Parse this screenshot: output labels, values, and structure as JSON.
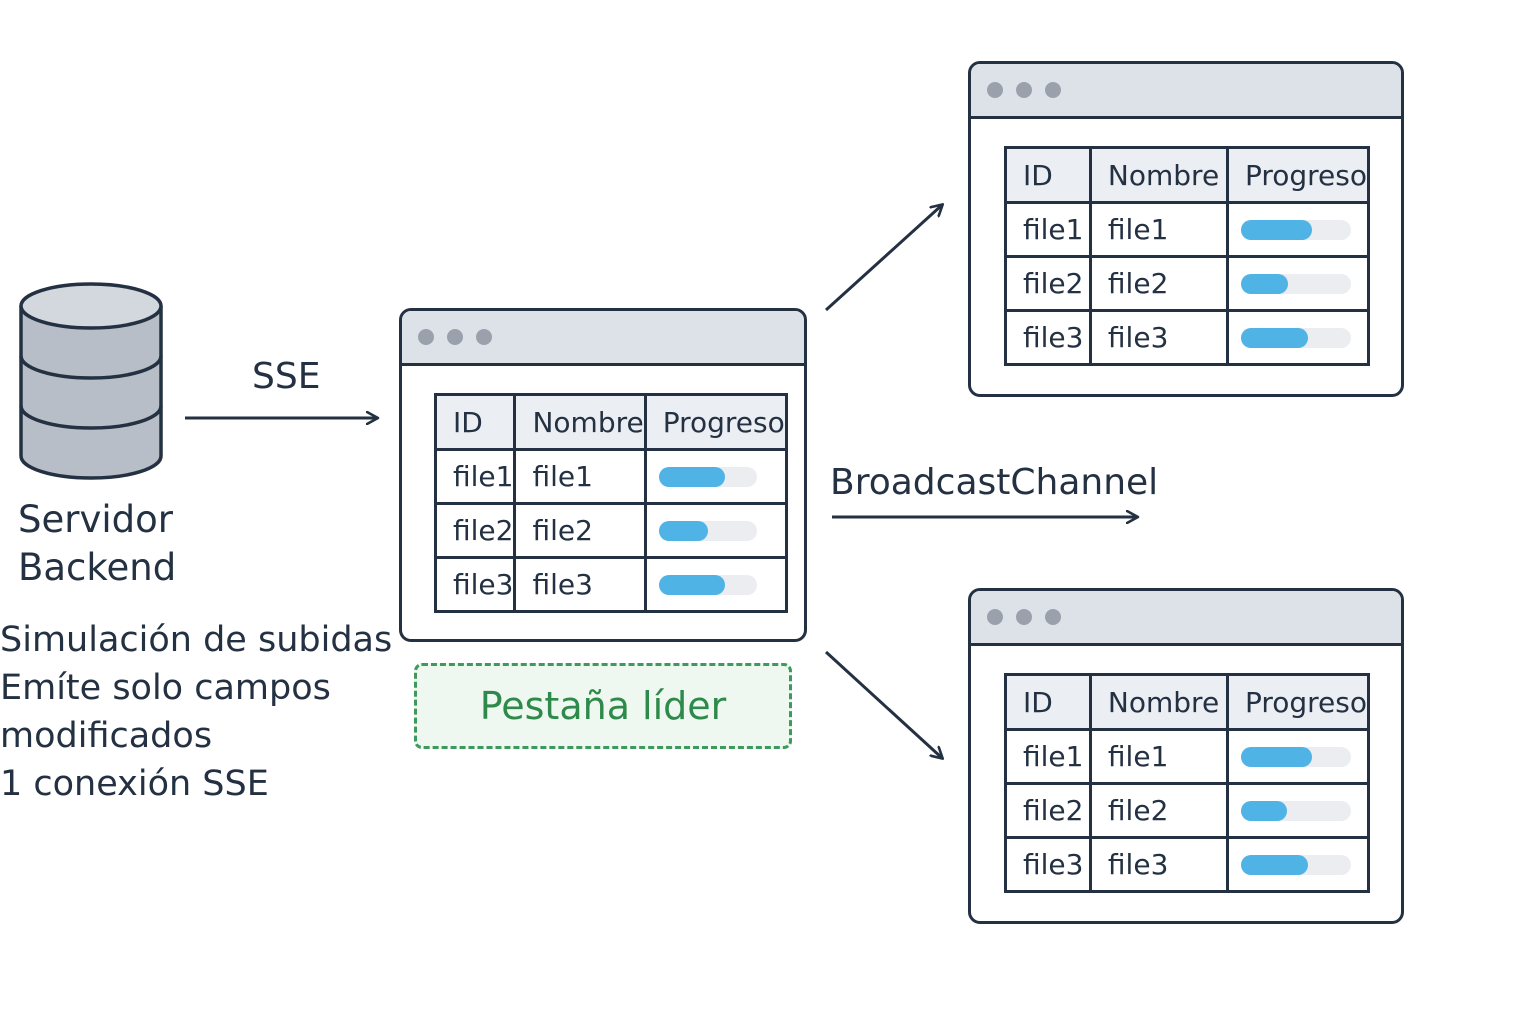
{
  "server": {
    "icon": "database-icon",
    "label_line1": "Servidor",
    "label_line2": "Backend"
  },
  "notes": [
    "Simulación de subidas",
    "Emíte solo campos",
    "modificados",
    "1 conexión  SSE"
  ],
  "edges": {
    "sse_label": "SSE",
    "broadcast_label": "BroadcastChannel"
  },
  "leader_tag": "Pestaña líder",
  "colors": {
    "outline": "#243142",
    "progress_fill": "#4fb3e6",
    "progress_track": "#ebedf0",
    "leader_green": "#2e8a4a",
    "window_bar": "#dde1e8"
  },
  "table": {
    "headers": [
      "ID",
      "Nombre",
      "Progreso"
    ]
  },
  "windows": {
    "leader": {
      "rows": [
        {
          "id": "file1",
          "name": "file1",
          "progress": 0.68
        },
        {
          "id": "file2",
          "name": "file2",
          "progress": 0.5
        },
        {
          "id": "file3",
          "name": "file3",
          "progress": 0.68
        }
      ]
    },
    "top": {
      "rows": [
        {
          "id": "file1",
          "name": "file1",
          "progress": 0.65
        },
        {
          "id": "file2",
          "name": "file2",
          "progress": 0.43
        },
        {
          "id": "file3",
          "name": "file3",
          "progress": 0.61
        }
      ]
    },
    "bottom": {
      "rows": [
        {
          "id": "file1",
          "name": "file1",
          "progress": 0.65
        },
        {
          "id": "file2",
          "name": "file2",
          "progress": 0.42
        },
        {
          "id": "file3",
          "name": "file3",
          "progress": 0.61
        }
      ]
    }
  }
}
